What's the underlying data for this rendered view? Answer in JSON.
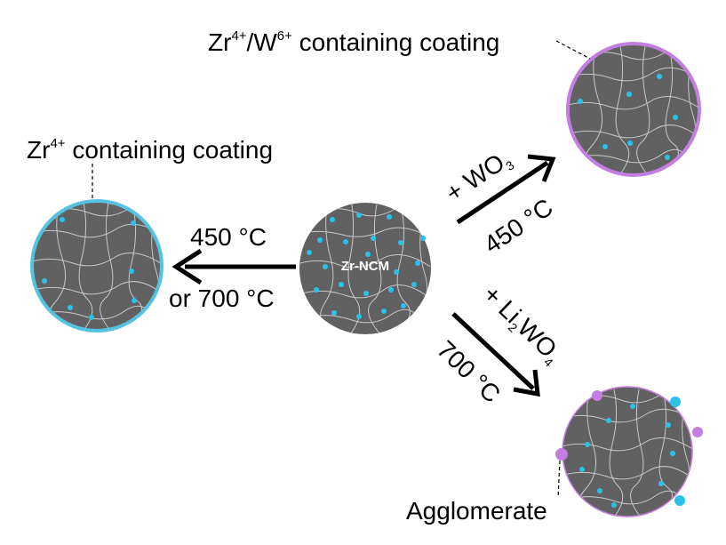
{
  "colors": {
    "particle": "#616161",
    "grain_line": "#c9c9c9",
    "dot": "#29c3ea",
    "zr_coating": "#54c2e0",
    "zrw_coating": "#c27ee0",
    "agglomerate_purple": "#c27ee0",
    "agglomerate_blue": "#29c3ea",
    "arrow": "#000000"
  },
  "center": {
    "name": "Zr-NCM"
  },
  "left": {
    "label_main": "Zr",
    "label_sup": "4+",
    "label_rest": " containing coating",
    "arrow_line1": "450 °C",
    "arrow_line2": "or 700 °C"
  },
  "top_right": {
    "label_a": "Zr",
    "label_a_sup": "4+",
    "label_b": "/W",
    "label_b_sup": "6+",
    "label_rest": " containing coating",
    "reagent_main": "+ WO",
    "reagent_sub": "3",
    "temperature": "450 °C"
  },
  "bottom_right": {
    "reagent_a": "+ Li",
    "reagent_a_sub": "2",
    "reagent_b": "WO",
    "reagent_b_sub": "4",
    "temperature": "700 °C",
    "label": "Agglomerate"
  }
}
